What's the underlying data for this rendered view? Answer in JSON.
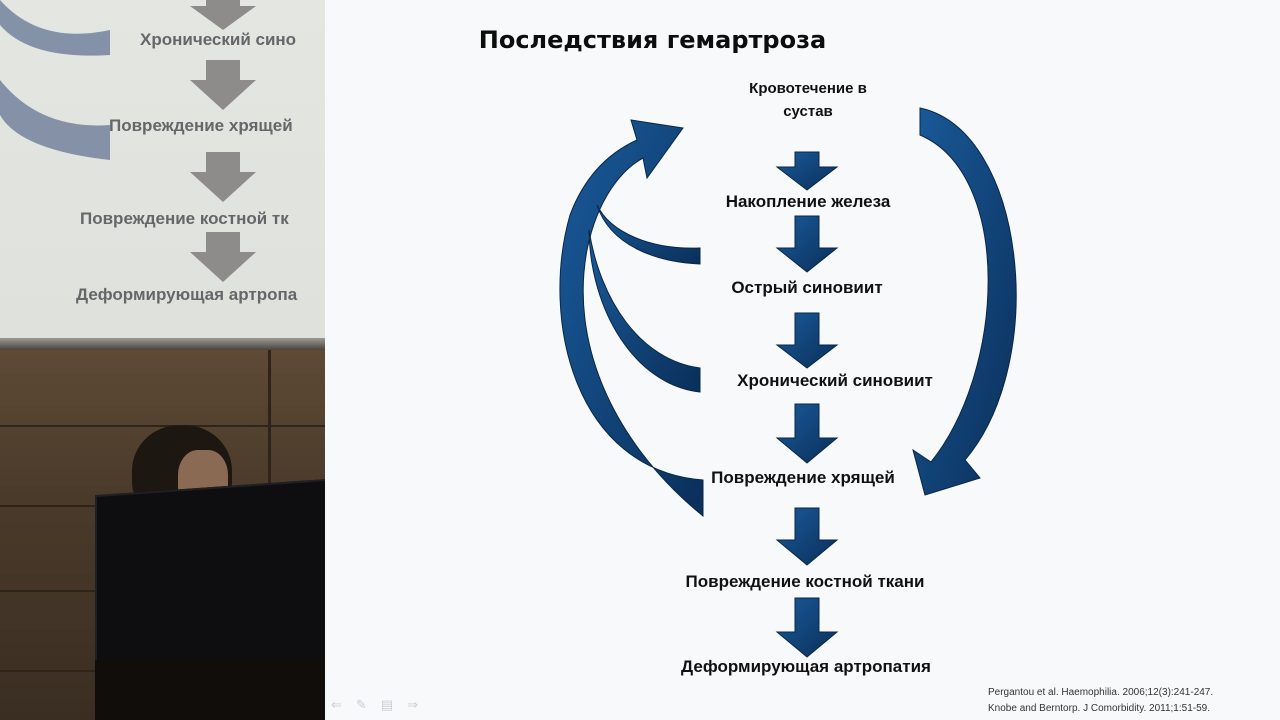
{
  "camera": {
    "projected_lines": [
      "Хронический сино",
      "Повреждение хрящей",
      "Повреждение костной тк",
      "Деформирующая артропа"
    ]
  },
  "slide": {
    "title": "Последствия гемартроза",
    "steps": [
      "Кровотечение в\nсустав",
      "Накопление железа",
      "Острый синовиит",
      "Хронический синовиит",
      "Повреждение хрящей",
      "Повреждение костной ткани",
      "Деформирующая артропатия"
    ],
    "references": [
      "Pergantou et al. Haemophilia. 2006;12(3):241-247.",
      "Knobe and Berntorp. J Comorbidity. 2011;1:51-59."
    ],
    "nav_icons": [
      "prev-icon",
      "pen-icon",
      "menu-icon",
      "next-icon"
    ],
    "colors": {
      "arrow": "#10467f",
      "arrow_dark": "#0a2f5a",
      "text": "#111111"
    }
  }
}
